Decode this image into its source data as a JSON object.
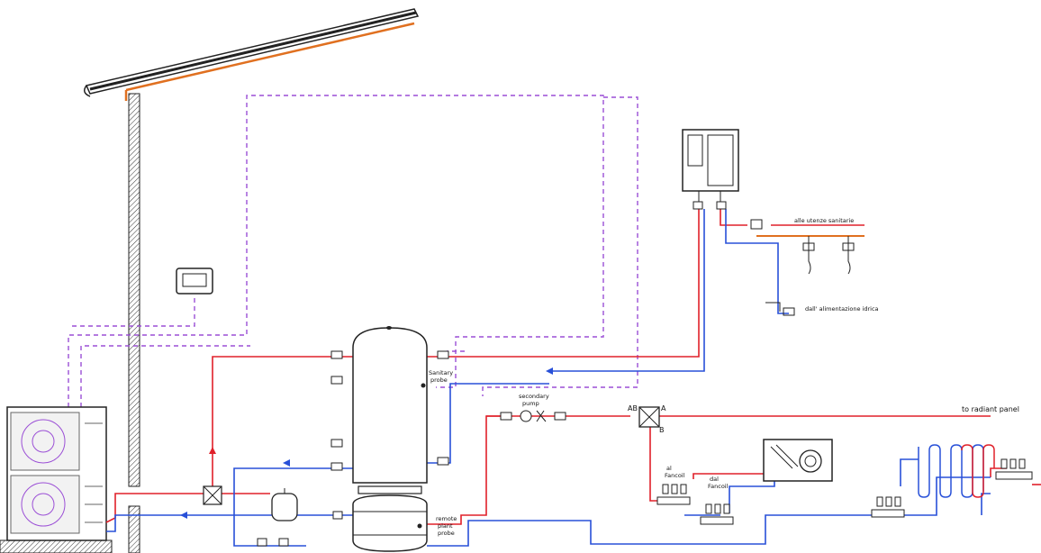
{
  "labels": {
    "sanitary_probe_1": "Sanitary",
    "sanitary_probe_2": "probe",
    "secondary_pump_1": "secondary",
    "secondary_pump_2": "pump",
    "valve_ab": "AB",
    "valve_a": "A",
    "valve_b": "B",
    "to_radiant": "to radiant panel",
    "al_fancoil_1": "al",
    "al_fancoil_2": "Fancoil",
    "dal_fancoil_1": "dal",
    "dal_fancoil_2": "Fancoil",
    "alle_utenze": "alle utenze sanitarie",
    "dall_alimentazione": "dall' alimentazione idrica",
    "remote_probe_1": "remote",
    "remote_probe_2": "plant",
    "remote_probe_3": "probe"
  },
  "colors": {
    "flow": "#e0202a",
    "return": "#2850d8",
    "control": "#9b4fd6",
    "solar": "#e07020",
    "line": "#222222"
  }
}
